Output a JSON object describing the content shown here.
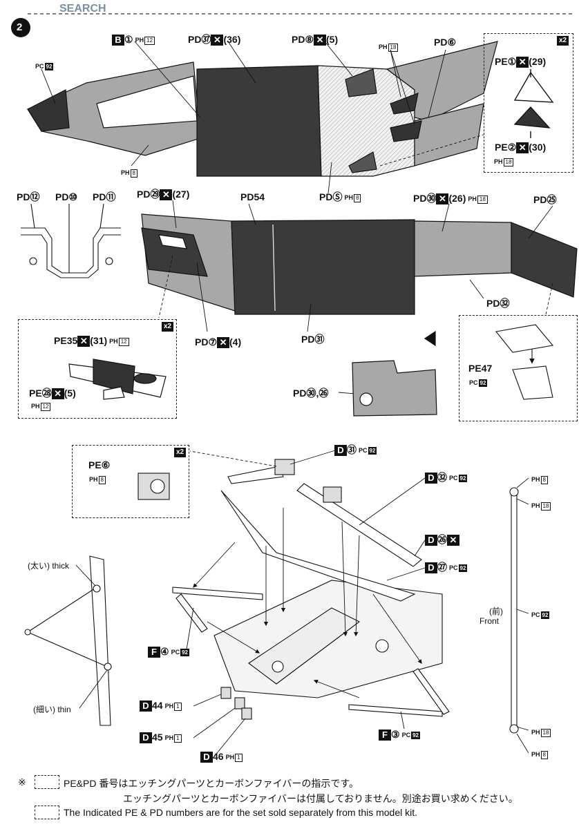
{
  "header": {
    "watermark": "SEARCH",
    "step_number": "2"
  },
  "colors": {
    "ink": "#111111",
    "grey_part": "#a8a8a8",
    "dark_part": "#3a3a3a",
    "mesh": "#e6e6e6"
  },
  "labels": {
    "b1": {
      "code": "B",
      "num": "①",
      "tag": "PH",
      "tag_ref": "12"
    },
    "pd37": {
      "code": "PD",
      "num": "㊲",
      "sep": "✕",
      "alt": "(36)"
    },
    "pd8": {
      "code": "PD",
      "num": "⑧",
      "sep": "✕",
      "alt": "(5)"
    },
    "ph18_top": {
      "tag": "PH",
      "tag_ref": "18"
    },
    "pd6": {
      "code": "PD",
      "num": "⑥"
    },
    "pc92_left": {
      "tag": "PC",
      "tag_ref": "92"
    },
    "ph8_left": {
      "tag": "PH",
      "tag_ref": "8"
    },
    "pd_s": {
      "code": "PD",
      "num": "Ⓢ",
      "tag": "PH",
      "tag_ref": "8"
    },
    "x2_right_top": "x2",
    "pe1": {
      "code": "PE",
      "num": "①",
      "sep": "✕",
      "alt": "(29)"
    },
    "pe2": {
      "code": "PE",
      "num": "②",
      "sep": "✕",
      "alt": "(30)"
    },
    "ph18_pe": {
      "tag": "PH",
      "tag_ref": "18"
    },
    "pd12": {
      "code": "PD",
      "num": "⑫"
    },
    "pd10": {
      "code": "PD",
      "num": "⑩"
    },
    "pd11": {
      "code": "PD",
      "num": "⑪"
    },
    "pd29": {
      "code": "PD",
      "num": "㉙",
      "sep": "✕",
      "alt": "(27)"
    },
    "pd54": {
      "code": "PD",
      "num": "54"
    },
    "pd30_26": {
      "code": "PD",
      "num": "㉚",
      "sep": "✕",
      "alt": "(26)",
      "tag": "PH",
      "tag_ref": "18"
    },
    "pd25": {
      "code": "PD",
      "num": "㉕"
    },
    "pd32": {
      "code": "PD",
      "num": "㉜"
    },
    "x2_mid": "x2",
    "pe35": {
      "code": "PE",
      "num": "35",
      "sep": "✕",
      "alt": "(31)",
      "tag": "PH",
      "tag_ref": "12"
    },
    "pe28": {
      "code": "PE",
      "num": "㉘",
      "sep": "✕",
      "alt": "(5)"
    },
    "ph12_pe28": {
      "tag": "PH",
      "tag_ref": "12"
    },
    "pd7": {
      "code": "PD",
      "num": "⑦",
      "sep": "✕",
      "alt": "(4)"
    },
    "pd31": {
      "code": "PD",
      "num": "㉛"
    },
    "pd30_comma": {
      "code": "PD",
      "num": "㉚",
      "comma": ",",
      "alt": "㉖"
    },
    "pe47": {
      "code": "PE",
      "num": "47"
    },
    "pc92_pe47": {
      "tag": "PC",
      "tag_ref": "92"
    },
    "x2_pe6": "x2",
    "pe6": {
      "code": "PE",
      "num": "⑥"
    },
    "ph8_pe6": {
      "tag": "PH",
      "tag_ref": "8"
    },
    "d31": {
      "code": "D",
      "num": "㉛",
      "tag": "PC",
      "tag_ref": "92"
    },
    "d32": {
      "code": "D",
      "num": "㉜",
      "tag": "PC",
      "tag_ref": "92"
    },
    "d26": {
      "code": "D",
      "num": "㉖",
      "sep": "✕"
    },
    "d27": {
      "code": "D",
      "num": "㉗",
      "tag": "PC",
      "tag_ref": "92"
    },
    "f4": {
      "code": "F",
      "num": "④",
      "tag": "PC",
      "tag_ref": "92"
    },
    "f3": {
      "code": "F",
      "num": "③",
      "tag": "PC",
      "tag_ref": "92"
    },
    "d44": {
      "code": "D",
      "num": "44",
      "tag": "PH",
      "tag_ref": "1"
    },
    "d45": {
      "code": "D",
      "num": "45",
      "tag": "PH",
      "tag_ref": "1"
    },
    "d46": {
      "code": "D",
      "num": "46",
      "tag": "PH",
      "tag_ref": "1"
    },
    "thick": "(太い) thick",
    "thin": "(細い) thin",
    "front_jp": "(前)",
    "front_en": "Front",
    "rod_ph8_top": {
      "tag": "PH",
      "tag_ref": "8"
    },
    "rod_ph18_top": {
      "tag": "PH",
      "tag_ref": "18"
    },
    "rod_pc92": {
      "tag": "PC",
      "tag_ref": "92"
    },
    "rod_ph18_bot": {
      "tag": "PH",
      "tag_ref": "18"
    },
    "rod_ph8_bot": {
      "tag": "PH",
      "tag_ref": "8"
    }
  },
  "footer": {
    "mark": "※",
    "line1": "PE&PD 番号はエッチングパーツとカーボンファイバーの指示です。",
    "line2": "エッチングパーツとカーボンファイバーは付属しておりません。別途お買い求めください。",
    "line3": "The Indicated PE & PD numbers are for the set sold separately from this model kit."
  }
}
